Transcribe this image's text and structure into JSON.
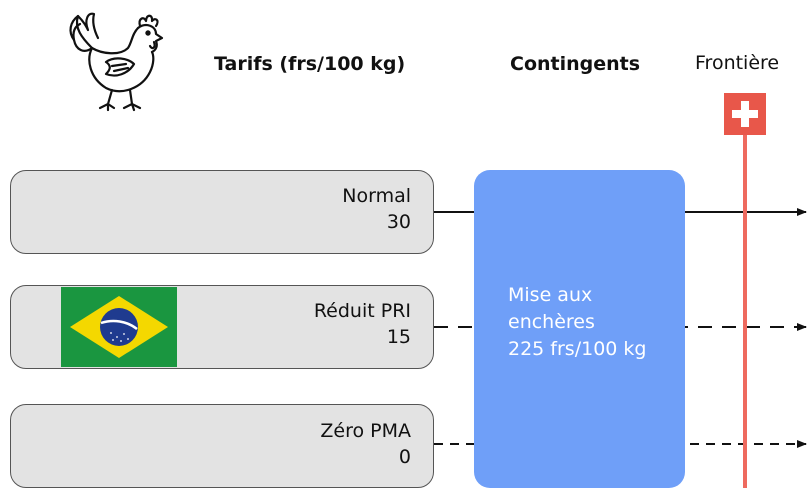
{
  "headers": {
    "tariffs": "Tarifs (frs/100 kg)",
    "quotas": "Contingents",
    "border": "Frontière"
  },
  "tariffs": [
    {
      "label": "Normal",
      "value": "30",
      "line": "solid"
    },
    {
      "label": "Réduit PRI",
      "value": "15",
      "line": "dashed"
    },
    {
      "label": "Zéro PMA",
      "value": "0",
      "line": "dashed"
    }
  ],
  "quota": {
    "line1": "Mise aux",
    "line2": "enchères",
    "line3": "225 frs/100 kg"
  },
  "icons": {
    "chicken": "chicken-icon",
    "brazil_flag": "brazil-flag-icon",
    "swiss_flag": "swiss-flag-icon"
  },
  "colors": {
    "quota_box": "#6f9ff8",
    "tariff_box": "#e3e3e3",
    "border_line": "#ee6a5f",
    "swiss_red": "#e8574a",
    "brazil_green": "#1a9640",
    "brazil_yellow": "#f4d800",
    "brazil_blue": "#1f3b8f"
  }
}
